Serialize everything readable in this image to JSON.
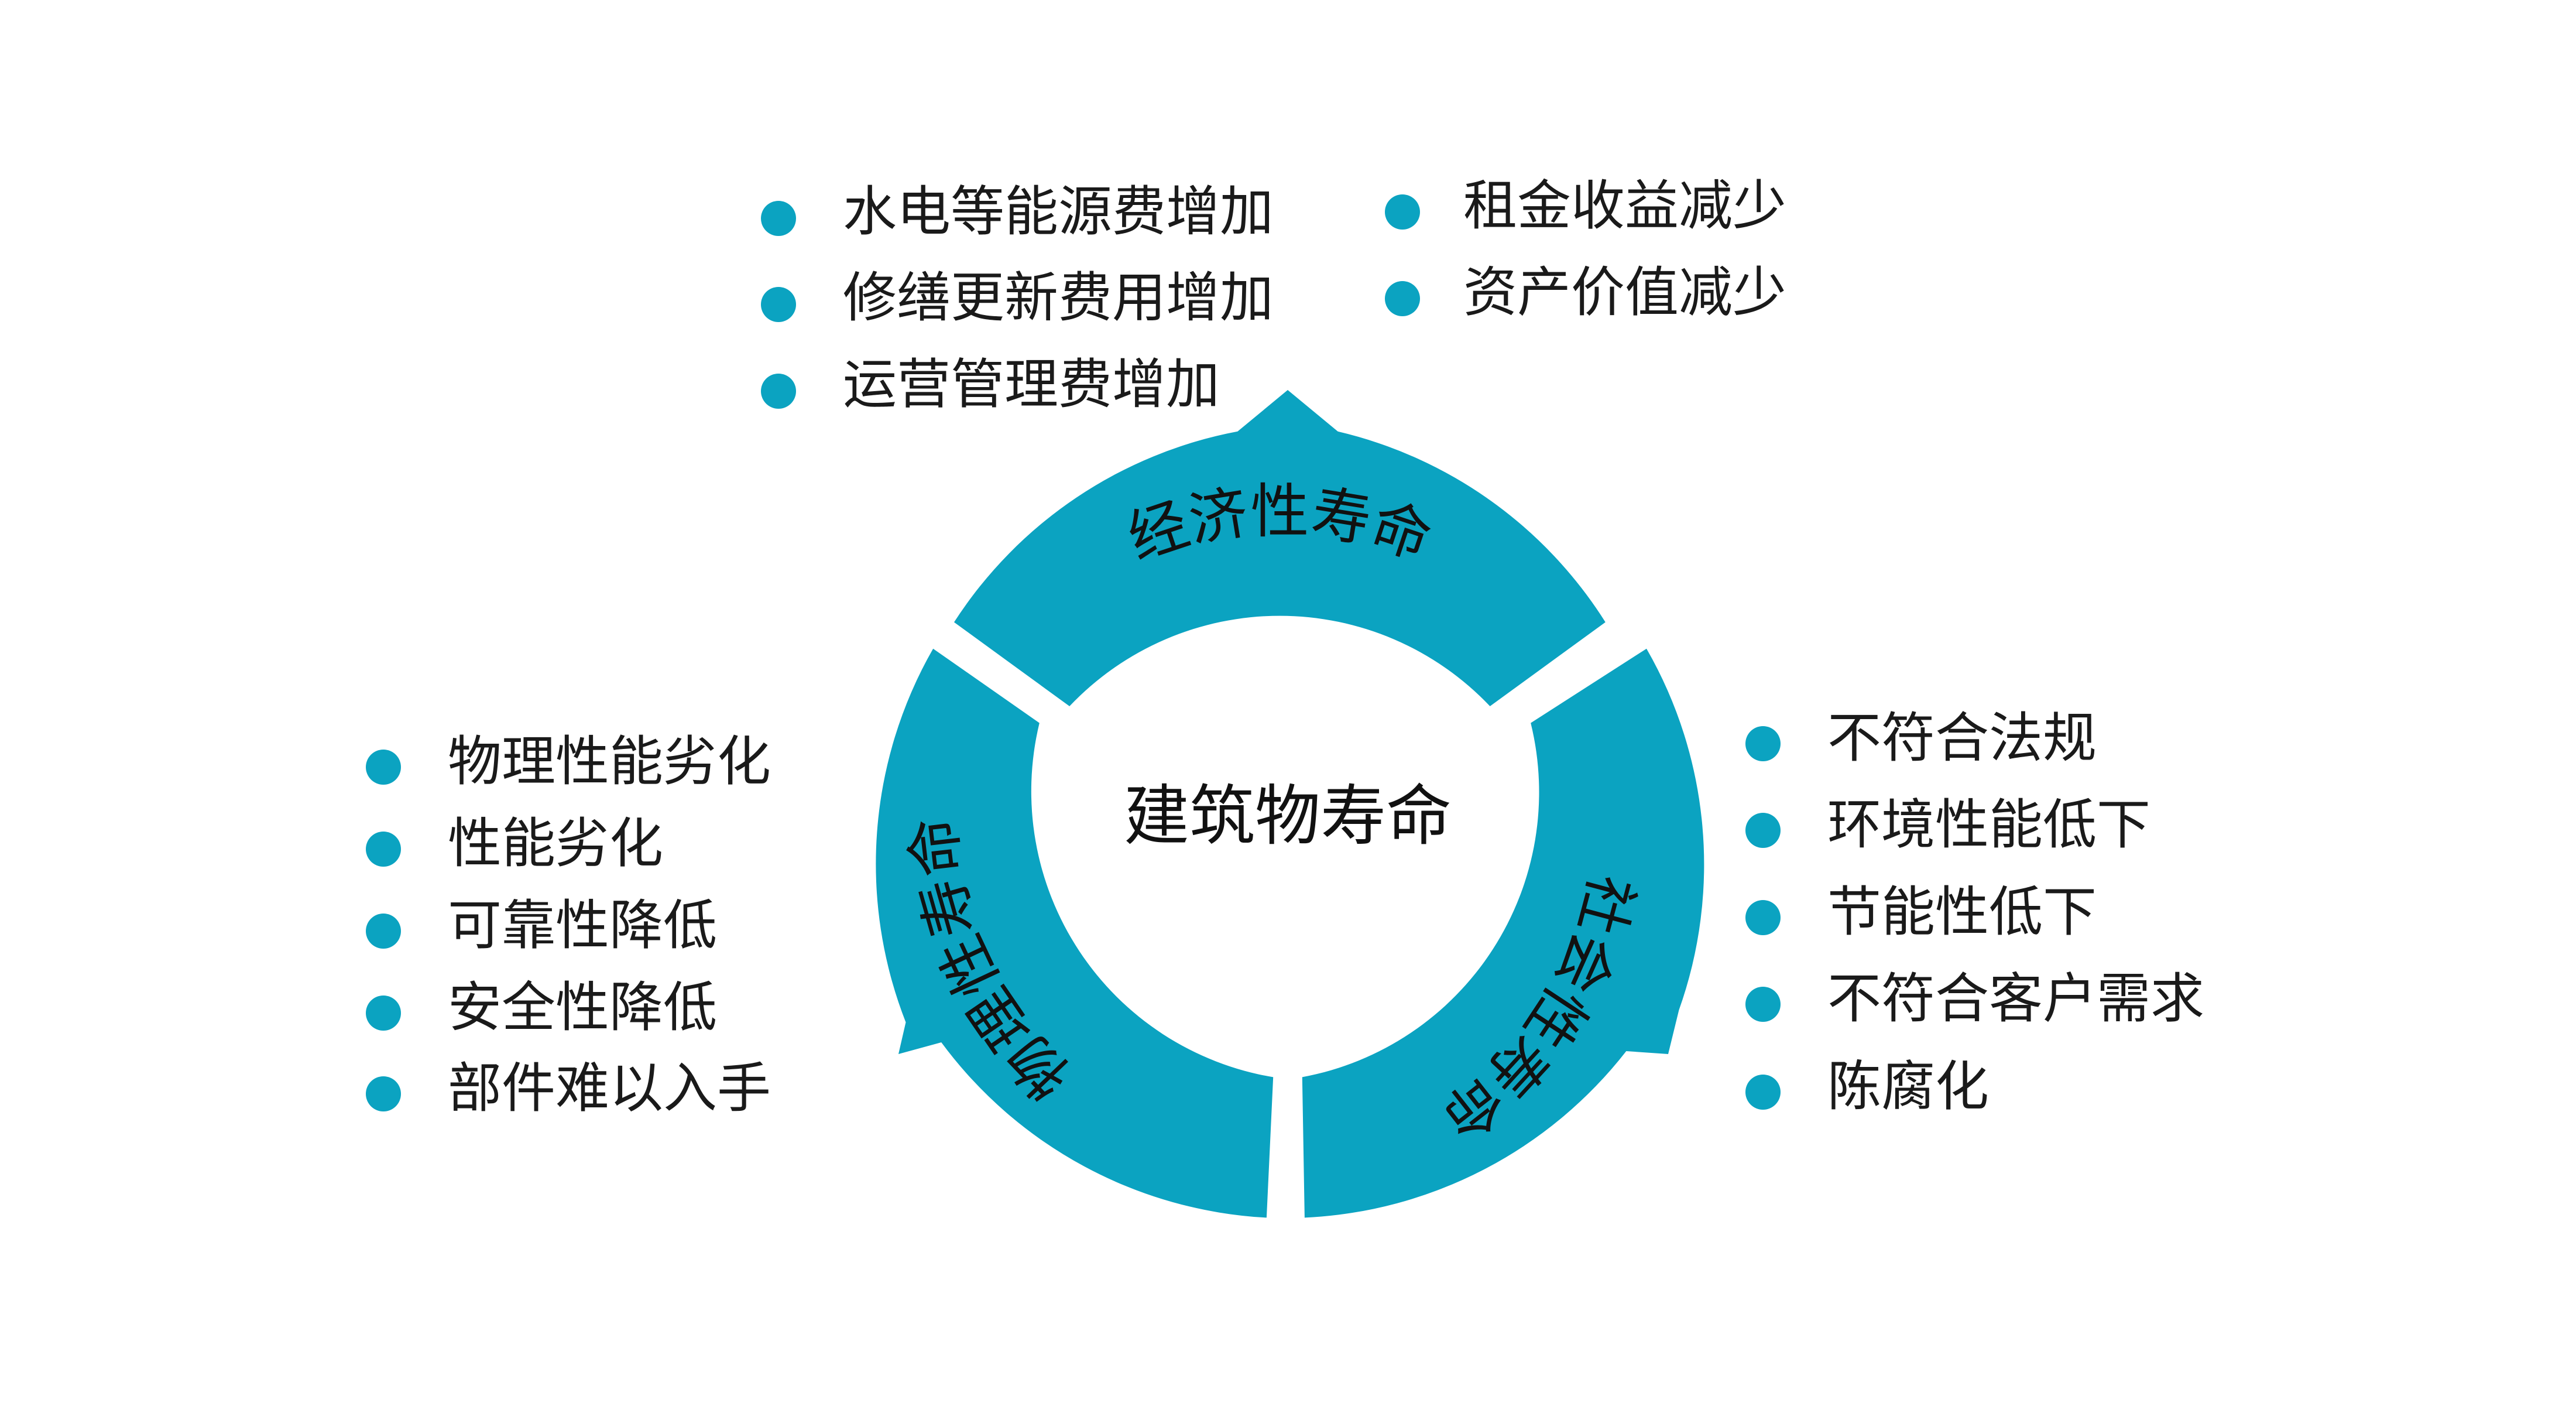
{
  "colors": {
    "accent": "#0ba3c1",
    "text": "#1a1a1a"
  },
  "center_label": "建筑物寿命",
  "cycle": [
    {
      "id": "economic",
      "label": "经济性寿命"
    },
    {
      "id": "social",
      "label": "社会性寿命"
    },
    {
      "id": "physical",
      "label": "物理性寿命"
    }
  ],
  "lists": {
    "economic_col1": [
      "水电等能源费增加",
      "修缮更新费用增加",
      "运营管理费增加"
    ],
    "economic_col2": [
      "租金收益减少",
      "资产价值减少"
    ],
    "physical": [
      "物理性能劣化",
      "性能劣化",
      "可靠性降低",
      "安全性降低",
      "部件难以入手"
    ],
    "social": [
      "不符合法规",
      "环境性能低下",
      "节能性低下",
      "不符合客户需求",
      "陈腐化"
    ]
  }
}
